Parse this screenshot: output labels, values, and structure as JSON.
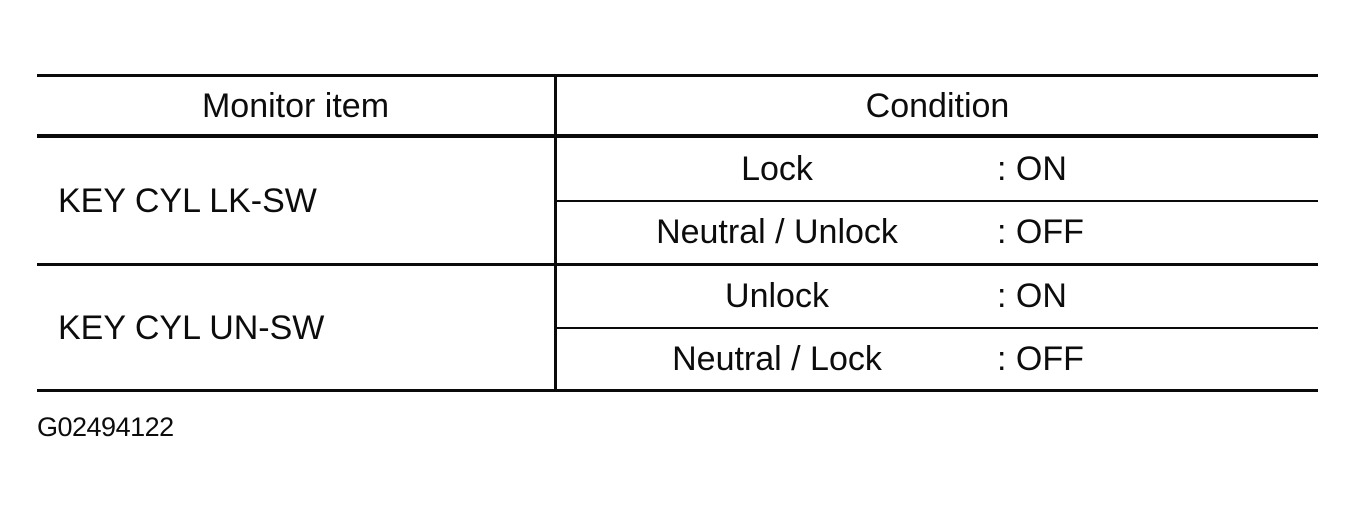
{
  "page": {
    "background_color": "#ffffff",
    "text_color": "#0c0c0c",
    "figure_id": "G02494122"
  },
  "table": {
    "headers": {
      "monitor_item": "Monitor item",
      "condition": "Condition"
    },
    "rows": [
      {
        "monitor_item": "KEY CYL LK-SW",
        "conditions": [
          {
            "state": "Lock",
            "value": ": ON"
          },
          {
            "state": "Neutral / Unlock",
            "value": ": OFF"
          }
        ]
      },
      {
        "monitor_item": "KEY CYL UN-SW",
        "conditions": [
          {
            "state": "Unlock",
            "value": ": ON"
          },
          {
            "state": "Neutral / Lock",
            "value": ": OFF"
          }
        ]
      }
    ]
  }
}
